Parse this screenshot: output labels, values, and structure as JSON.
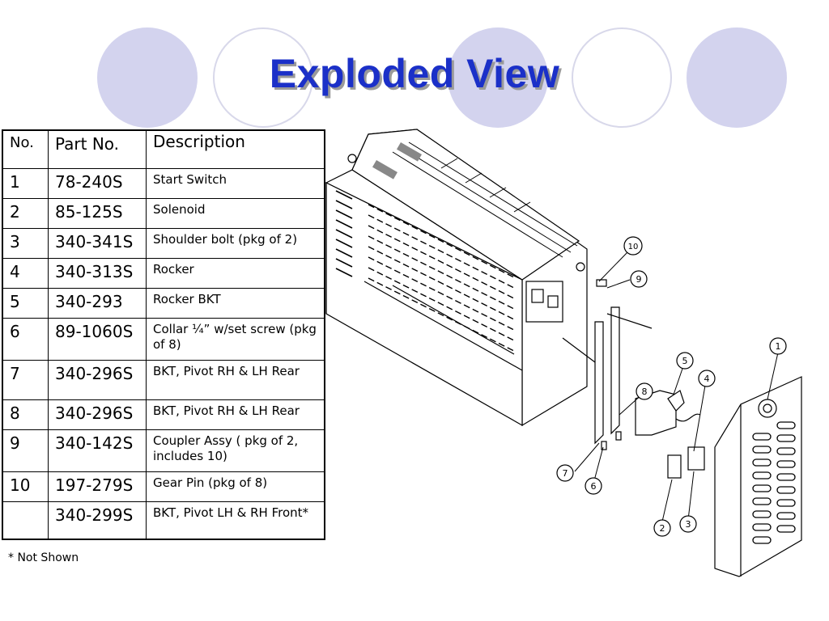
{
  "slide": {
    "title": "Exploded View",
    "note": "* Not Shown"
  },
  "table": {
    "headers": {
      "no": "No.",
      "part": "Part No.",
      "desc": "Description"
    },
    "rows": [
      {
        "no": "1",
        "part": "78-240S",
        "desc": "Start Switch"
      },
      {
        "no": "2",
        "part": "85-125S",
        "desc": "Solenoid"
      },
      {
        "no": "3",
        "part": "340-341S",
        "desc": "Shoulder bolt (pkg of 2)"
      },
      {
        "no": "4",
        "part": "340-313S",
        "desc": "Rocker"
      },
      {
        "no": "5",
        "part": "340-293",
        "desc": "Rocker BKT"
      },
      {
        "no": "6",
        "part": "89-1060S",
        "desc": "Collar ¼” w/set screw (pkg of 8)"
      },
      {
        "no": "7",
        "part": "340-296S",
        "desc": "BKT, Pivot RH & LH Rear"
      },
      {
        "no": "8",
        "part": "340-296S",
        "desc": "BKT, Pivot RH & LH Rear"
      },
      {
        "no": "9",
        "part": "340-142S",
        "desc": "Coupler Assy ( pkg of 2, includes 10)"
      },
      {
        "no": "10",
        "part": "197-279S",
        "desc": "Gear Pin (pkg of 8)"
      },
      {
        "no": "",
        "part": "340-299S",
        "desc": "BKT, Pivot LH & RH Front*"
      }
    ]
  },
  "callouts": [
    "1",
    "2",
    "3",
    "4",
    "5",
    "6",
    "7",
    "8",
    "9",
    "10"
  ],
  "colors": {
    "title": "#1b30c8",
    "circle_fill": "#d3d3ee",
    "circle_stroke": "#d8d8ea"
  }
}
